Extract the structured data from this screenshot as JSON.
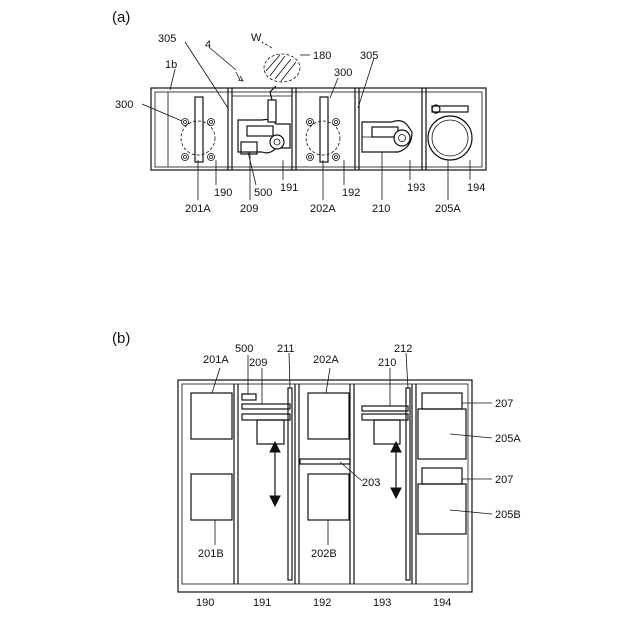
{
  "panel_a": {
    "label": "(a)",
    "refs": {
      "r305_left": "305",
      "r4": "4",
      "rW": "W",
      "r180": "180",
      "r1b": "1b",
      "r300_top": "300",
      "r305_right": "305",
      "r300_left": "300",
      "r190": "190",
      "r500": "500",
      "r191": "191",
      "r192": "192",
      "r193": "193",
      "r194": "194",
      "r201A": "201A",
      "r209": "209",
      "r202A": "202A",
      "r210": "210",
      "r205A": "205A"
    }
  },
  "panel_b": {
    "label": "(b)",
    "refs": {
      "r500": "500",
      "r211": "211",
      "r202A": "202A",
      "r212": "212",
      "r201A": "201A",
      "r209": "209",
      "r210": "210",
      "r207_top": "207",
      "r205A": "205A",
      "r203": "203",
      "r207_bottom": "207",
      "r205B": "205B",
      "r201B": "201B",
      "r202B": "202B",
      "r190": "190",
      "r191": "191",
      "r192": "192",
      "r193": "193",
      "r194": "194"
    }
  }
}
